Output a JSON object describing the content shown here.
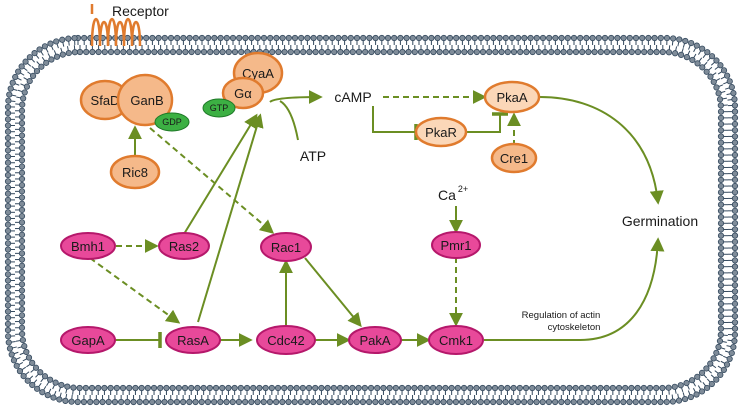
{
  "labels": {
    "receptor": "Receptor",
    "sfad": "SfaD",
    "ganb": "GanB",
    "gdp": "GDP",
    "gtp": "GTP",
    "cyaa": "CyaA",
    "galpha": "Gα",
    "ric8": "Ric8",
    "atp": "ATP",
    "camp": "cAMP",
    "pkaa": "PkaA",
    "pkar": "PkaR",
    "cre1": "Cre1",
    "ca": "Ca",
    "ca_sup": "2+",
    "germination": "Germination",
    "bmh1": "Bmh1",
    "ras2": "Ras2",
    "rac1": "Rac1",
    "pmr1": "Pmr1",
    "gapa": "GapA",
    "rasa": "RasA",
    "cdc42": "Cdc42",
    "paka": "PakA",
    "cmk1": "Cmk1",
    "note_line1": "Regulation of actin",
    "note_line2": "cytoskeleton"
  },
  "colors": {
    "arrow": "#6b8e23",
    "pink_node": "#e8499a",
    "orange_node": "#f5b98a",
    "orange_border": "#e07b2e",
    "green_node": "#3cb043",
    "membrane": "#34495e"
  }
}
